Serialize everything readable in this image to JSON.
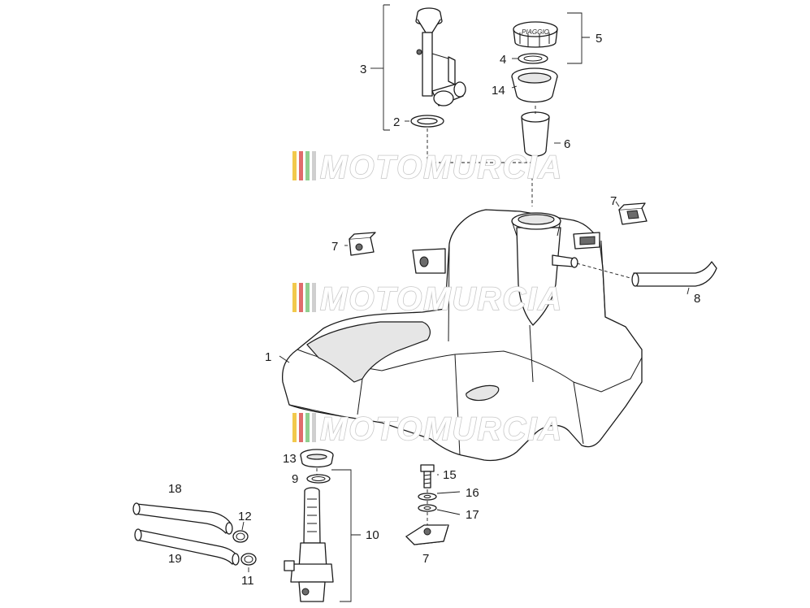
{
  "watermark": {
    "text": "MOTOMURCIA",
    "colors": [
      "#f2c94c",
      "#e06b6b",
      "#8fcf8f",
      "#cfcfcf"
    ]
  },
  "callouts": {
    "c1": "1",
    "c2": "2",
    "c3": "3",
    "c4": "4",
    "c5": "5",
    "c6": "6",
    "c7a": "7",
    "c7b": "7",
    "c7c": "7",
    "c8": "8",
    "c9": "9",
    "c10": "10",
    "c11": "11",
    "c12": "12",
    "c13": "13",
    "c14": "14",
    "c15": "15",
    "c16": "16",
    "c17": "17",
    "c18": "18",
    "c19": "19"
  },
  "parts": {
    "tank": "fuel-tank",
    "sender": "fuel-level-sender",
    "cap": "filler-cap"
  }
}
